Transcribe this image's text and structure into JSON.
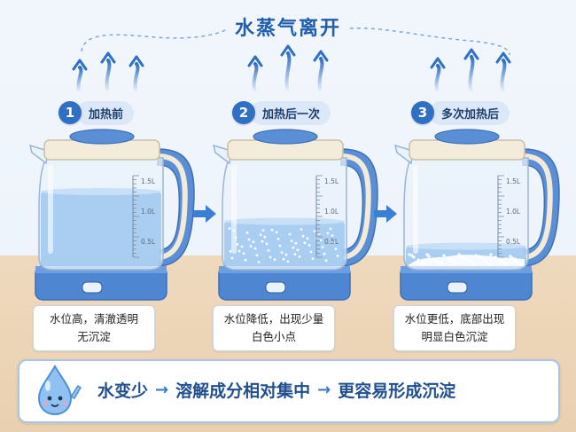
{
  "title": "水蒸气离开",
  "steps": [
    {
      "number": "1",
      "label": "加热前",
      "caption": "水位高，清澈透明\n无沉淀",
      "water_level": 0.75
    },
    {
      "number": "2",
      "label": "加热后一次",
      "caption": "水位降低，出现少量\n白色小点",
      "water_level": 0.45
    },
    {
      "number": "3",
      "label": "多次加热后",
      "caption": "水位更低，底部出现\n明显白色沉淀",
      "water_level": 0.2
    }
  ],
  "scale": {
    "marks": [
      "1.5L",
      "1.0L",
      "0.5L"
    ]
  },
  "conclusion": {
    "part1": "水变少",
    "part2": "溶解成分相对集中",
    "part3": "更容易形成沉淀",
    "arrow": "→"
  },
  "colors": {
    "accent": "#2f6fc4",
    "water": "#9ec8f0",
    "kettle_base": "#4f86d2",
    "table": "#ecd6b8"
  }
}
